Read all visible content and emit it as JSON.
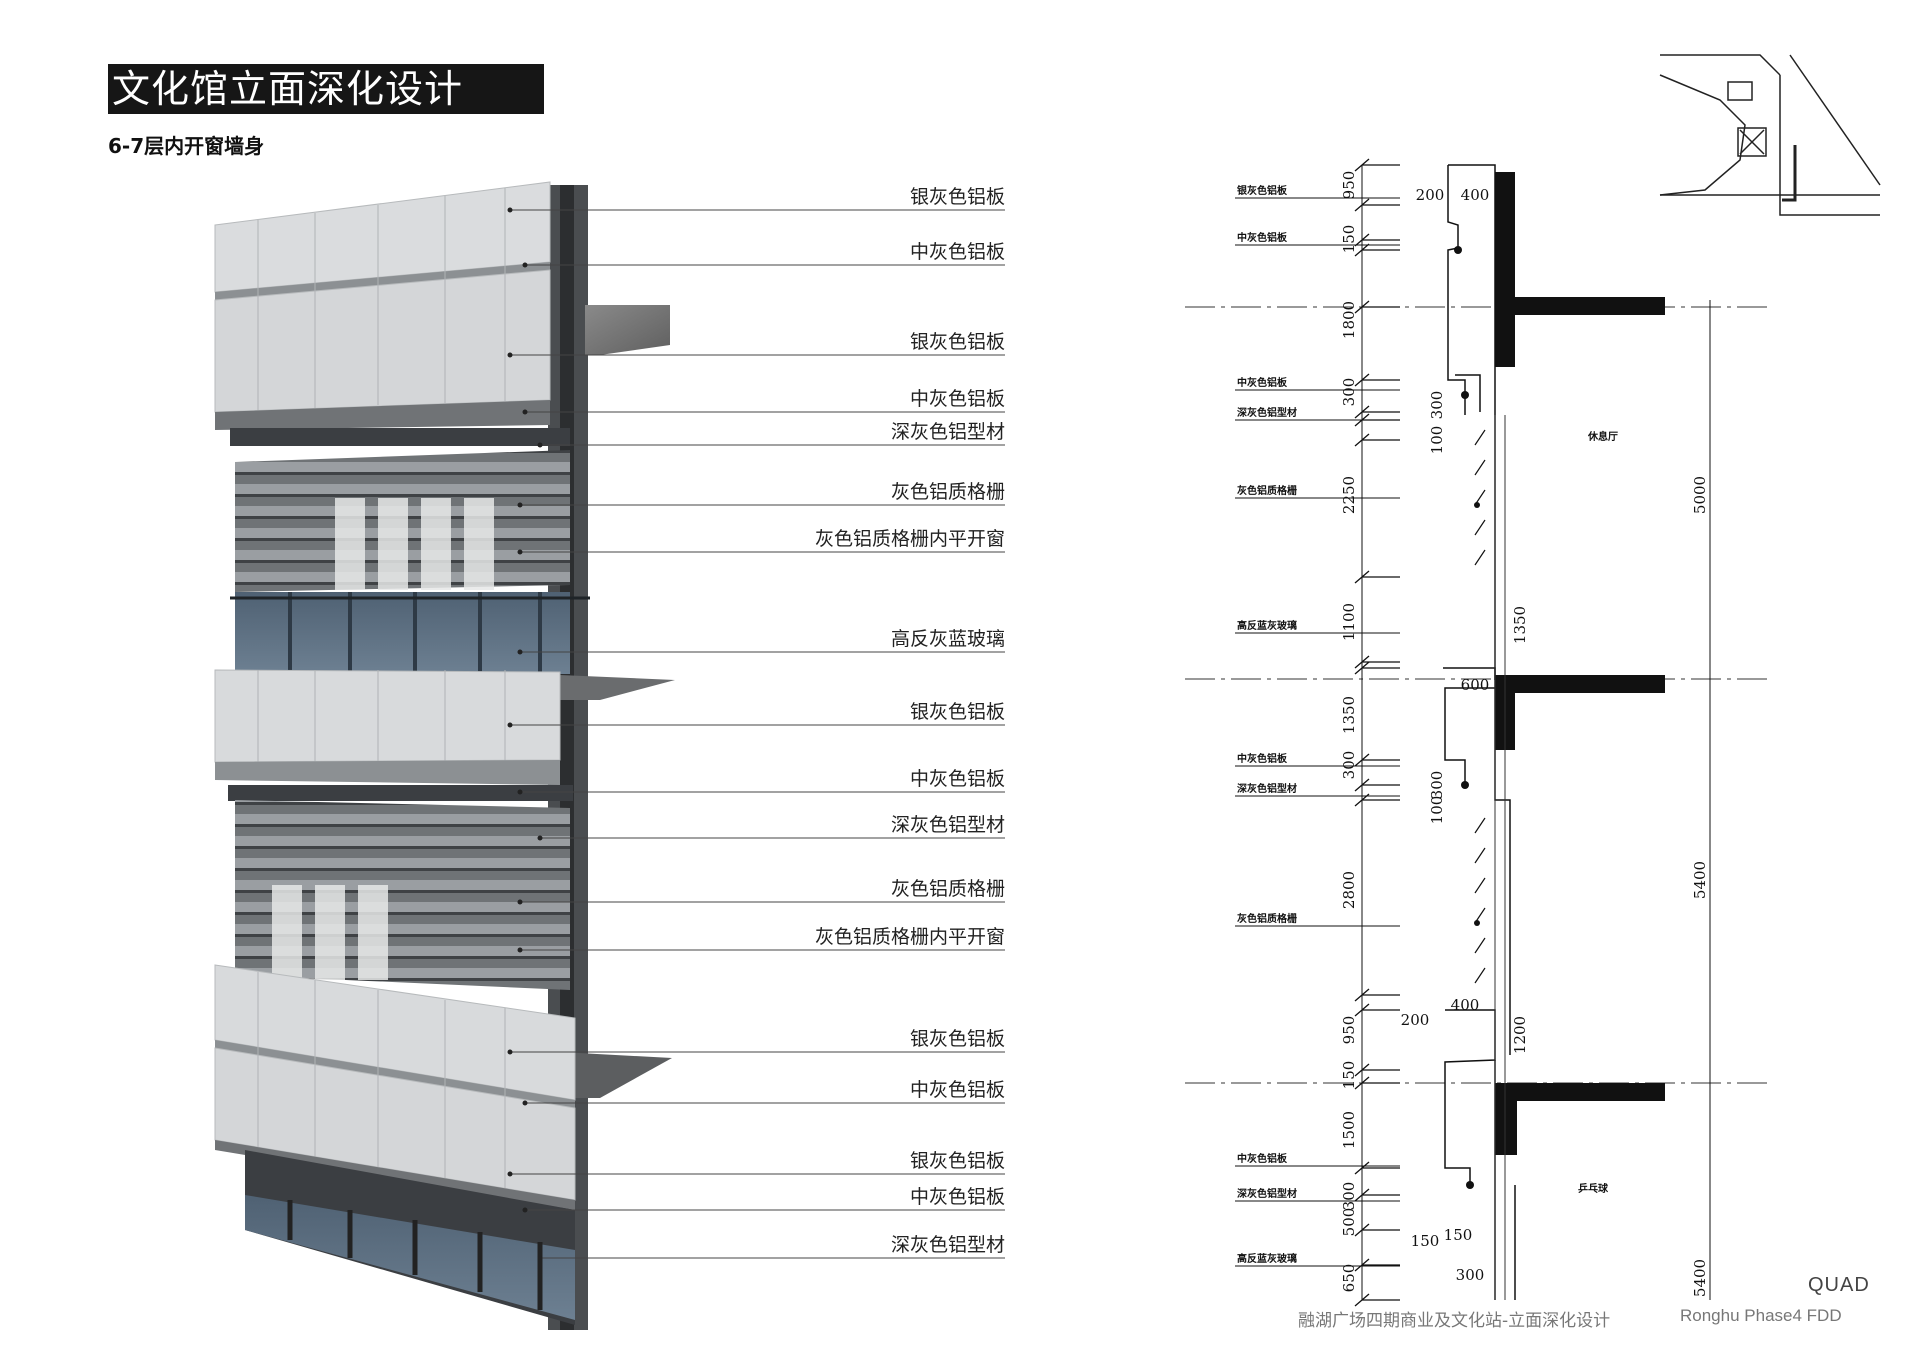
{
  "page": {
    "title": "文化馆立面深化设计",
    "subtitle": "6-7层内开窗墙身"
  },
  "callouts": [
    "银灰色铝板",
    "中灰色铝板",
    "银灰色铝板",
    "中灰色铝板",
    "深灰色铝型材",
    "灰色铝质格栅",
    "灰色铝质格栅内平开窗",
    "高反灰蓝玻璃",
    "银灰色铝板",
    "中灰色铝板",
    "深灰色铝型材",
    "灰色铝质格栅",
    "灰色铝质格栅内平开窗",
    "银灰色铝板",
    "中灰色铝板",
    "银灰色铝板",
    "中灰色铝板",
    "深灰色铝型材"
  ],
  "section": {
    "dimensions": [
      "950",
      "150",
      "1800",
      "300",
      "100",
      "300",
      "2250",
      "1100",
      "1350",
      "300",
      "100",
      "300",
      "2800",
      "950",
      "150",
      "1500",
      "300",
      "500",
      "650"
    ],
    "level_dims": [
      "5000",
      "5400",
      "5400"
    ],
    "offsets": [
      "200",
      "400",
      "1350",
      "600",
      "200",
      "400",
      "1200",
      "150",
      "150",
      "300"
    ],
    "notes": [
      "银灰色铝板",
      "中灰色铝板",
      "中灰色铝板",
      "深灰色铝型材",
      "灰色铝质格栅",
      "高反蓝灰玻璃",
      "中灰色铝板",
      "深灰色铝型材",
      "灰色铝质格栅",
      "中灰色铝板",
      "深灰色铝型材",
      "高反蓝灰玻璃"
    ],
    "rooms": [
      "休息厅",
      "乒乓球"
    ]
  },
  "footer": {
    "brand": "QUAD",
    "project": "融湖广场四期商业及文化站-立面深化设计",
    "code": "Ronghu Phase4 FDD"
  },
  "colors": {
    "silver_panel": "#d8dadc",
    "mid_grey_panel": "#8e9194",
    "dark_profile": "#3b3e42",
    "glass": "#5a6c7e",
    "title_bg": "#161616"
  }
}
